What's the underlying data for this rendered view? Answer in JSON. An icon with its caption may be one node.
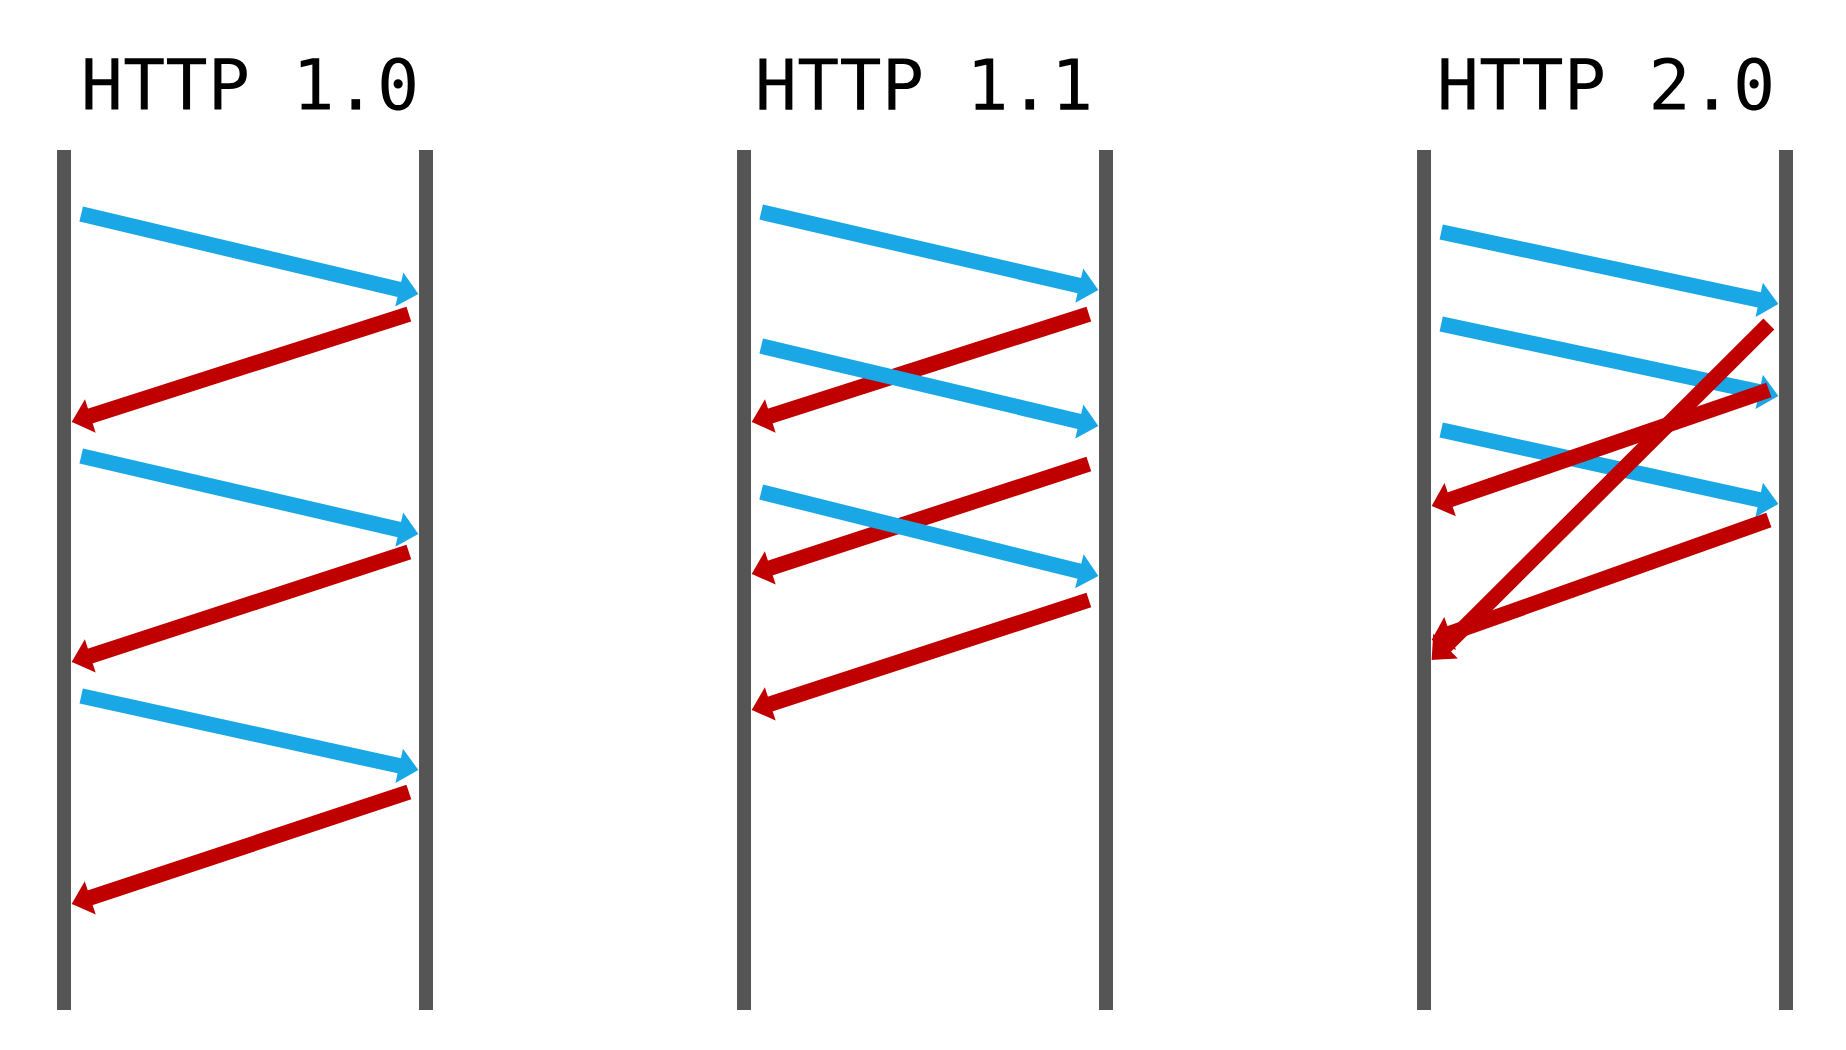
{
  "diagram": {
    "nodes": [
      {
        "text": [],
        "shape": "bar"
      },
      {
        "text": [],
        "shape": "bar"
      },
      {
        "text": [],
        "shape": "bar"
      },
      {
        "text": [],
        "shape": "bar"
      },
      {
        "text": [],
        "shape": "bar"
      },
      {
        "text": [],
        "shape": "bar"
      }
    ],
    "edges": [
      {
        "from": 0,
        "to": 1,
        "arrow": "to",
        "color": "#1aa7e6"
      },
      {
        "from": 1,
        "to": 0,
        "arrow": "to",
        "color": "#c00000"
      },
      {
        "from": 0,
        "to": 1,
        "arrow": "to",
        "color": "#1aa7e6"
      },
      {
        "from": 1,
        "to": 0,
        "arrow": "to",
        "color": "#c00000"
      },
      {
        "from": 0,
        "to": 1,
        "arrow": "to",
        "color": "#1aa7e6"
      },
      {
        "from": 1,
        "to": 0,
        "arrow": "to",
        "color": "#c00000"
      },
      {
        "from": 2,
        "to": 3,
        "arrow": "to",
        "color": "#1aa7e6"
      },
      {
        "from": 3,
        "to": 2,
        "arrow": "to",
        "color": "#c00000"
      },
      {
        "from": 2,
        "to": 3,
        "arrow": "to",
        "color": "#1aa7e6"
      },
      {
        "from": 3,
        "to": 2,
        "arrow": "to",
        "color": "#c00000"
      },
      {
        "from": 2,
        "to": 3,
        "arrow": "to",
        "color": "#1aa7e6"
      },
      {
        "from": 3,
        "to": 2,
        "arrow": "to",
        "color": "#c00000"
      },
      {
        "from": 4,
        "to": 5,
        "arrow": "to",
        "color": "#1aa7e6"
      },
      {
        "from": 4,
        "to": 5,
        "arrow": "to",
        "color": "#1aa7e6"
      },
      {
        "from": 4,
        "to": 5,
        "arrow": "to",
        "color": "#1aa7e6"
      },
      {
        "from": 5,
        "to": 4,
        "arrow": "to",
        "color": "#c00000"
      },
      {
        "from": 5,
        "to": 4,
        "arrow": "to",
        "color": "#c00000"
      },
      {
        "from": 5,
        "to": 4,
        "arrow": "to",
        "color": "#c00000"
      }
    ],
    "labels": [
      "HTTP 1.0",
      "HTTP 1.1",
      "HTTP 2.0"
    ]
  }
}
